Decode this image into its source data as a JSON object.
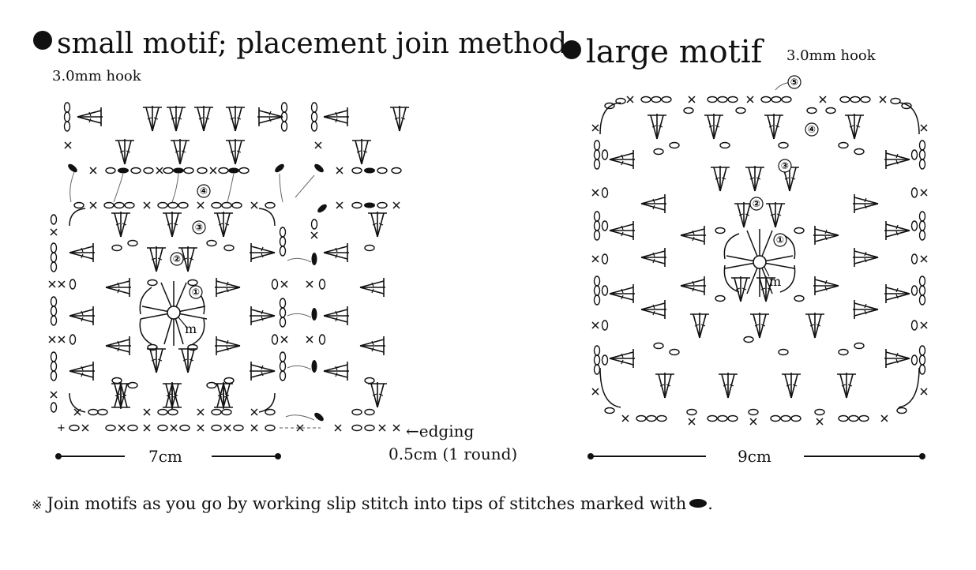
{
  "small_motif": {
    "title": "small motif; placement join method",
    "hook": "3.0mm hook",
    "rounds": [
      "①",
      "②",
      "③",
      "④"
    ],
    "center_label": "m",
    "width": "7cm",
    "edging_label": "←edging",
    "edging_size": "0.5cm (1 round)"
  },
  "large_motif": {
    "title": "large motif",
    "hook": "3.0mm hook",
    "rounds": [
      "①",
      "②",
      "③",
      "④",
      "⑤"
    ],
    "center_label": "m",
    "width": "9cm"
  },
  "note": {
    "mark": "※",
    "text": "Join motifs as you go by working slip stitch into tips of stitches marked with",
    "end": "."
  },
  "icons": {
    "bullet": "filled-circle-bullet",
    "join_marker": "filled-oval-join-marker"
  }
}
